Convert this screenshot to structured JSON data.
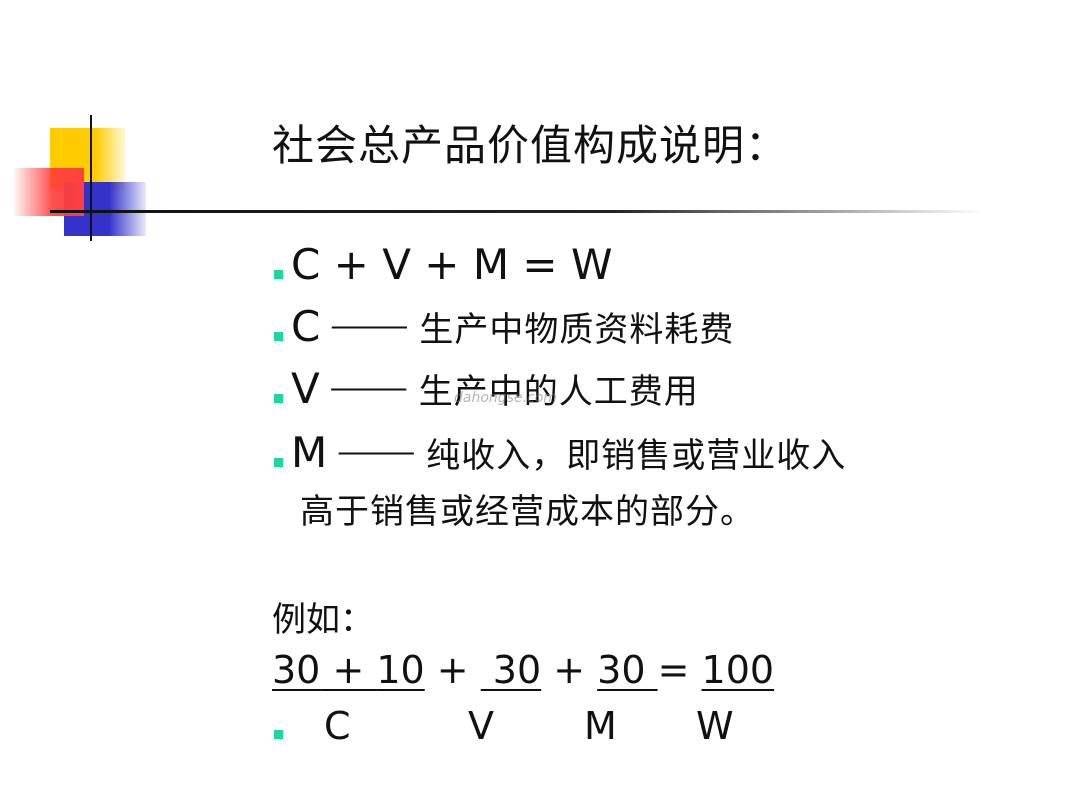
{
  "slide": {
    "title": "社会总产品价值构成说明：",
    "bullets": [
      {
        "lead": "C + V + M = W",
        "dash": "",
        "text": ""
      },
      {
        "lead": "C",
        "dash": "———",
        "text": "生产中物质资料耗费"
      },
      {
        "lead": "V",
        "dash": "———",
        "text": "生产中的人工费用"
      },
      {
        "lead": "M",
        "dash": "———",
        "text": "纯收入，即销售或营业收入"
      }
    ],
    "bullet4_continuation": "高于销售或经营成本的部分。",
    "watermark": "dahongse.com",
    "example": {
      "label": "例如：",
      "equation": {
        "c_value": "30",
        "plus1": " + ",
        "v_value": "10",
        "plus2": " + ",
        "v2_value": " 30",
        "plus3": " + ",
        "m_value": "30 ",
        "equals": "= ",
        "w_value": "100"
      },
      "labels": [
        "C",
        "V",
        "M",
        "W"
      ]
    }
  },
  "colors": {
    "bullet": "#1fd6a0",
    "deco_yellow": "#ffcc00",
    "deco_blue": "#3333cc",
    "deco_red": "#ff4040"
  }
}
